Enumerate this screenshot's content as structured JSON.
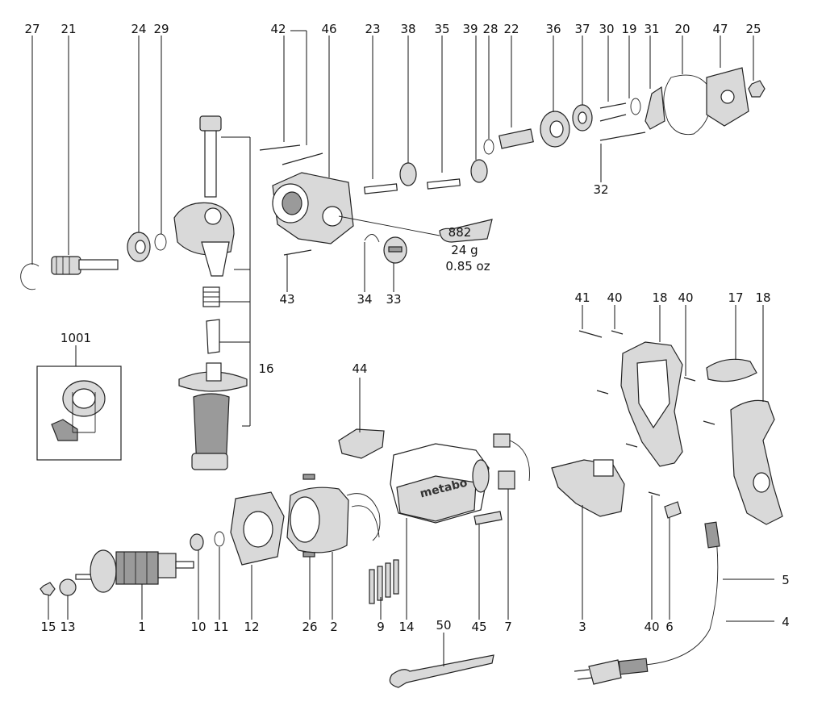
{
  "callouts": [
    {
      "n": "27"
    },
    {
      "n": "21"
    },
    {
      "n": "24"
    },
    {
      "n": "29"
    },
    {
      "n": "42"
    },
    {
      "n": "46"
    },
    {
      "n": "23"
    },
    {
      "n": "38"
    },
    {
      "n": "35"
    },
    {
      "n": "39"
    },
    {
      "n": "28"
    },
    {
      "n": "22"
    },
    {
      "n": "36"
    },
    {
      "n": "37"
    },
    {
      "n": "30"
    },
    {
      "n": "19"
    },
    {
      "n": "31"
    },
    {
      "n": "20"
    },
    {
      "n": "47"
    },
    {
      "n": "25"
    },
    {
      "n": "32"
    },
    {
      "n": "43"
    },
    {
      "n": "34"
    },
    {
      "n": "33"
    },
    {
      "n": "16"
    },
    {
      "n": "1001"
    },
    {
      "n": "44"
    },
    {
      "n": "41"
    },
    {
      "n": "40"
    },
    {
      "n": "18"
    },
    {
      "n": "40"
    },
    {
      "n": "17"
    },
    {
      "n": "18"
    },
    {
      "n": "15"
    },
    {
      "n": "13"
    },
    {
      "n": "1"
    },
    {
      "n": "10"
    },
    {
      "n": "11"
    },
    {
      "n": "12"
    },
    {
      "n": "26"
    },
    {
      "n": "2"
    },
    {
      "n": "9"
    },
    {
      "n": "14"
    },
    {
      "n": "45"
    },
    {
      "n": "7"
    },
    {
      "n": "3"
    },
    {
      "n": "40"
    },
    {
      "n": "6"
    },
    {
      "n": "5"
    },
    {
      "n": "4"
    },
    {
      "n": "50"
    },
    {
      "n": "882"
    }
  ],
  "grease_note": {
    "weight_g": "24 g",
    "weight_oz": "0.85 oz"
  },
  "housing_brand": "metabo"
}
